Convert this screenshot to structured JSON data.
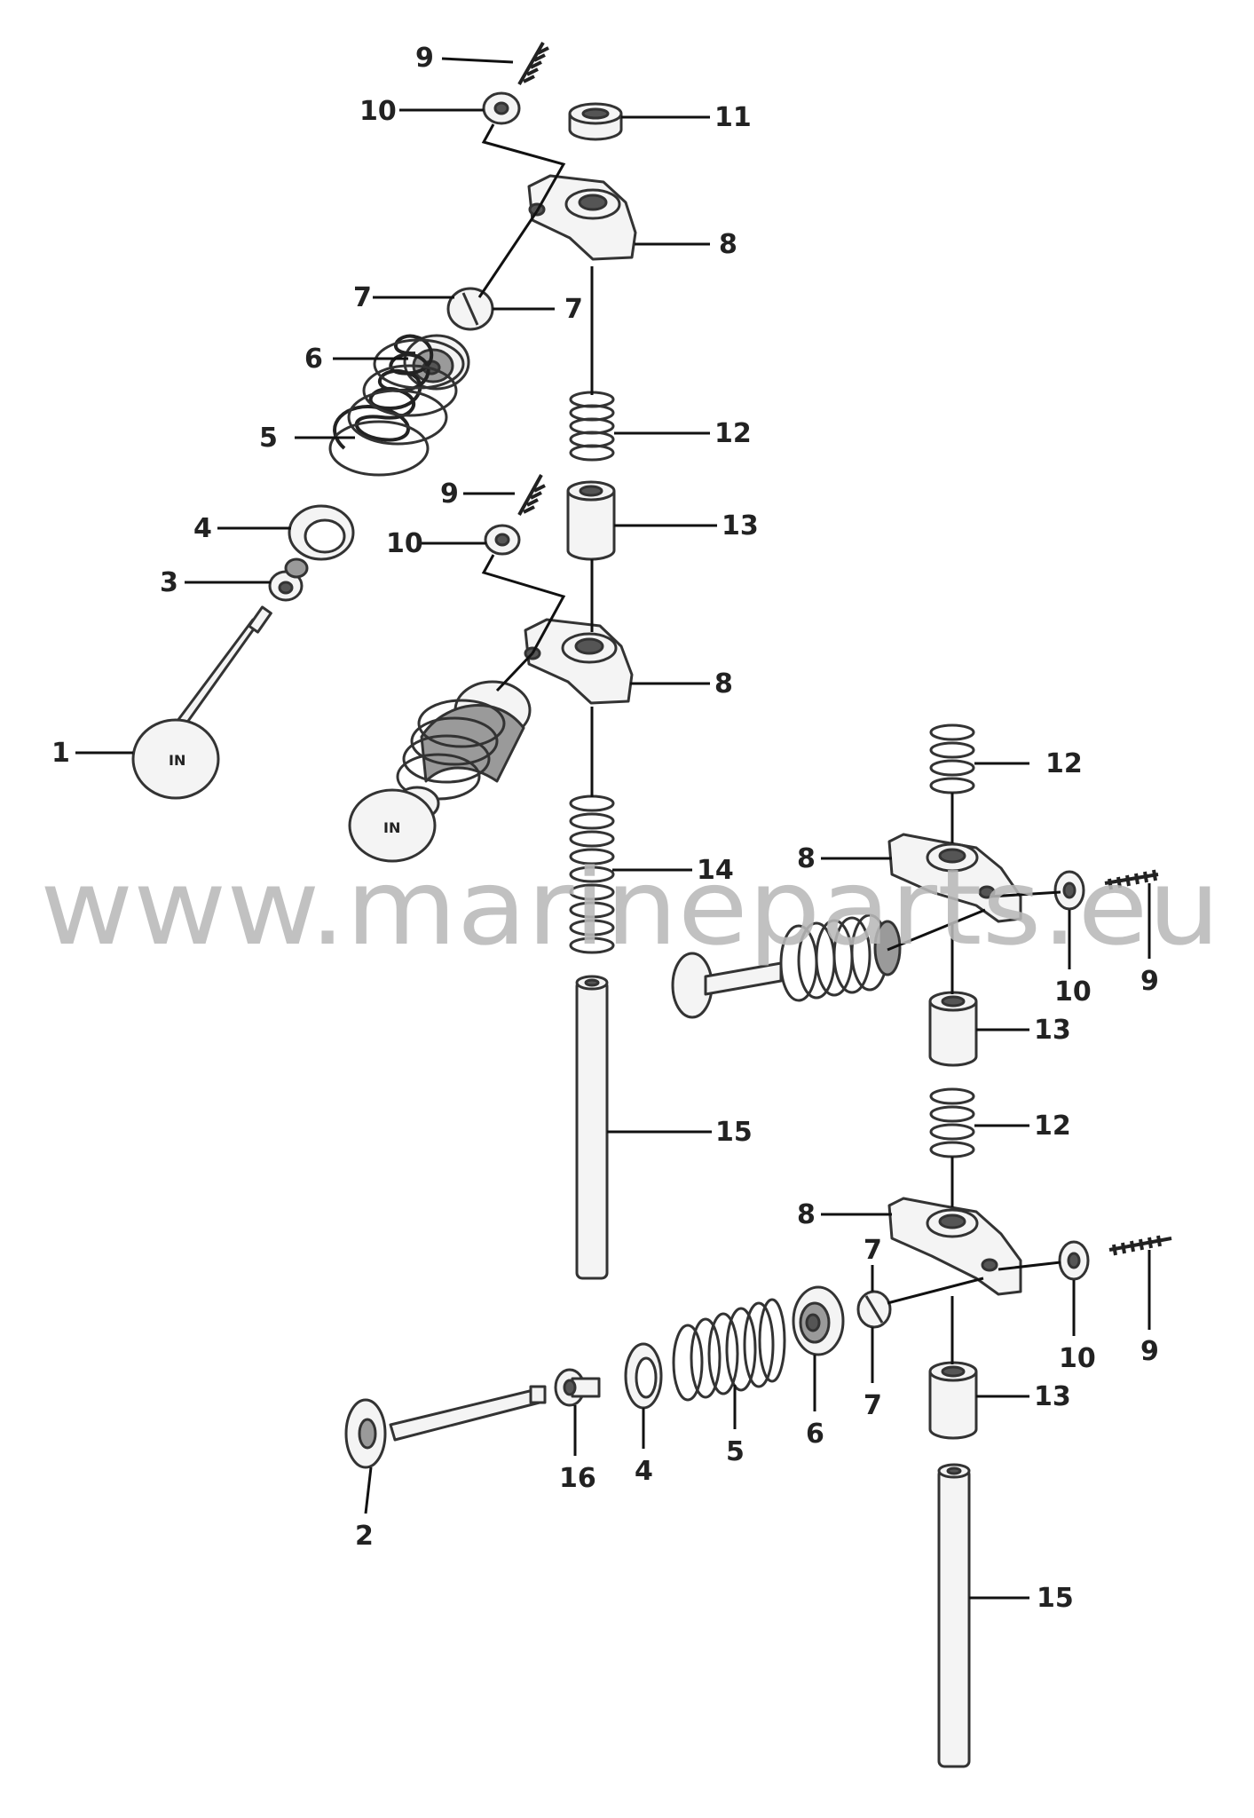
{
  "watermark": "www.marineparts.eu",
  "valve_marking": "IN",
  "callouts": [
    {
      "id": "c-9a",
      "text": "9"
    },
    {
      "id": "c-10a",
      "text": "10"
    },
    {
      "id": "c-11",
      "text": "11"
    },
    {
      "id": "c-8a",
      "text": "8"
    },
    {
      "id": "c-7a",
      "text": "7"
    },
    {
      "id": "c-7b",
      "text": "7"
    },
    {
      "id": "c-6a",
      "text": "6"
    },
    {
      "id": "c-12a",
      "text": "12"
    },
    {
      "id": "c-5a",
      "text": "5"
    },
    {
      "id": "c-9b",
      "text": "9"
    },
    {
      "id": "c-13a",
      "text": "13"
    },
    {
      "id": "c-4a",
      "text": "4"
    },
    {
      "id": "c-10b",
      "text": "10"
    },
    {
      "id": "c-3",
      "text": "3"
    },
    {
      "id": "c-8b",
      "text": "8"
    },
    {
      "id": "c-1",
      "text": "1"
    },
    {
      "id": "c-12b",
      "text": "12"
    },
    {
      "id": "c-14",
      "text": "14"
    },
    {
      "id": "c-8c",
      "text": "8"
    },
    {
      "id": "c-10c",
      "text": "10"
    },
    {
      "id": "c-9c",
      "text": "9"
    },
    {
      "id": "c-13b",
      "text": "13"
    },
    {
      "id": "c-15a",
      "text": "15"
    },
    {
      "id": "c-12c",
      "text": "12"
    },
    {
      "id": "c-8d",
      "text": "8"
    },
    {
      "id": "c-7c",
      "text": "7"
    },
    {
      "id": "c-7d",
      "text": "7"
    },
    {
      "id": "c-10d",
      "text": "10"
    },
    {
      "id": "c-9d",
      "text": "9"
    },
    {
      "id": "c-13c",
      "text": "13"
    },
    {
      "id": "c-6b",
      "text": "6"
    },
    {
      "id": "c-5b",
      "text": "5"
    },
    {
      "id": "c-4b",
      "text": "4"
    },
    {
      "id": "c-16",
      "text": "16"
    },
    {
      "id": "c-2",
      "text": "2"
    },
    {
      "id": "c-15b",
      "text": "15"
    }
  ]
}
